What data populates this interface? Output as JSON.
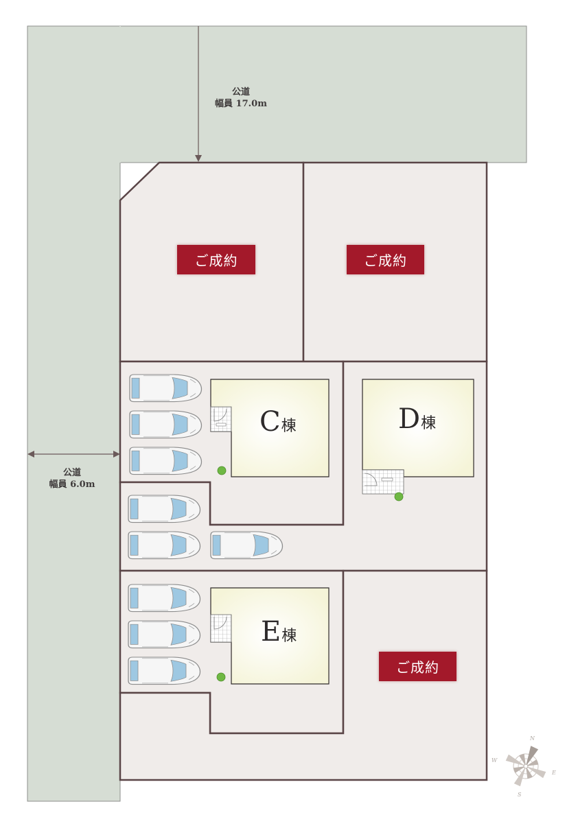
{
  "roads": {
    "north": {
      "name": "公道",
      "width": "幅員 17.0m"
    },
    "west": {
      "name": "公道",
      "width": "幅員 6.0m"
    }
  },
  "lots": {
    "A": {
      "status": "ご成約"
    },
    "B": {
      "status": "ご成約"
    },
    "C": {
      "letter": "C",
      "suffix": "棟"
    },
    "D": {
      "letter": "D",
      "suffix": "棟"
    },
    "E": {
      "letter": "E",
      "suffix": "棟"
    },
    "F": {
      "status": "ご成約"
    }
  },
  "compass": {
    "n": "N",
    "e": "E",
    "s": "S",
    "w": "W"
  },
  "colors": {
    "road": "#d6ddd4",
    "lot": "#f0ecea",
    "boundary": "#5a4547",
    "house": "#fbfae5",
    "sold": "#a3192a",
    "car_glass": "#9ec8e2",
    "tree": "#6fb844"
  }
}
